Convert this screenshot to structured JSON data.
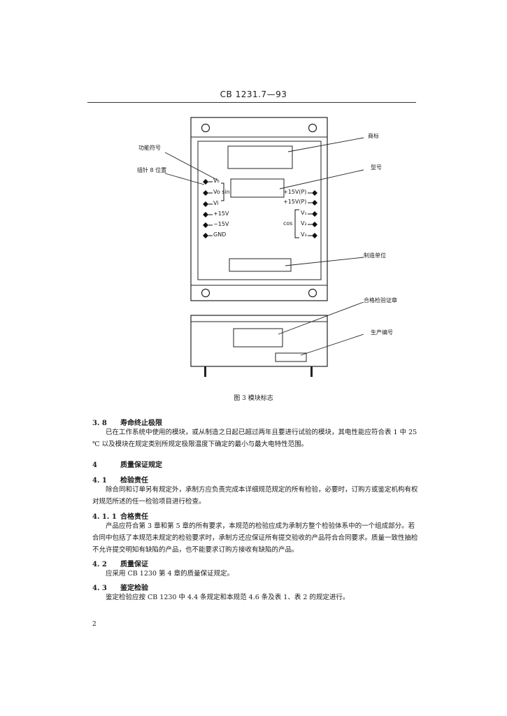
{
  "header": {
    "title": "CB 1231.7—93"
  },
  "figure": {
    "labels": {
      "pin_function": "功能符号",
      "pin_position": "插针 8 位置",
      "nameplate": "商标",
      "model": "型号",
      "manufacturer": "制造单位",
      "qc_stamp": "合格检验证章",
      "serial": "生产编号"
    },
    "pins_left": [
      "V₀",
      "Vo sin",
      "Vi",
      "+15V",
      "−15V",
      "GND"
    ],
    "pins_right": [
      "+15V(P)",
      "+15V(P)",
      "V₁",
      "V₂",
      "V₃"
    ],
    "cos_label": "cos",
    "caption": "图 3   模块标志"
  },
  "sections": [
    {
      "id": "s38",
      "num": "3. 8",
      "title": "寿命终止极限",
      "paragraphs": [
        "已在工作系统中使用的模块，或从制造之日起已超过两年且要进行试验的模块，其电性能应符合表 1 中 25 ℃ 以及模块在规定类别所规定极限温度下确定的最小与最大电特性范围。"
      ]
    },
    {
      "id": "s4",
      "num": "4",
      "title": "质量保证规定",
      "paragraphs": []
    },
    {
      "id": "s41",
      "num": "4. 1",
      "title": "检验责任",
      "paragraphs": [
        "除合同和订单另有规定外，承制方应负责完成本详细规范规定的所有检验，必要时，订购方或鉴定机构有权对规范所述的任一检验项目进行检查。"
      ]
    },
    {
      "id": "s411",
      "num": "4. 1. 1",
      "title": "合格责任",
      "paragraphs": [
        "产品应符合第 3 章和第 5 章的所有要求，本规范的检验应成为承制方整个检验体系中的一个组成部分。若合同中包括了本规范未规定的检验要求时，承制方还应保证所有提交验收的产品符合合同要求。质量一致性抽检不允许提交明知有缺陷的产品，也不能要求订购方接收有缺陷的产品。"
      ]
    },
    {
      "id": "s42",
      "num": "4. 2",
      "title": "质量保证",
      "paragraphs": [
        "应采用 CB 1230 第 4 章的质量保证规定。"
      ]
    },
    {
      "id": "s43",
      "num": "4. 3",
      "title": "鉴定检验",
      "paragraphs": [
        "鉴定检验应按 CB 1230 中 4.4 条规定和本规范 4.6 条及表 1、表 2 的规定进行。"
      ]
    }
  ],
  "footer": {
    "page_number": "2"
  }
}
